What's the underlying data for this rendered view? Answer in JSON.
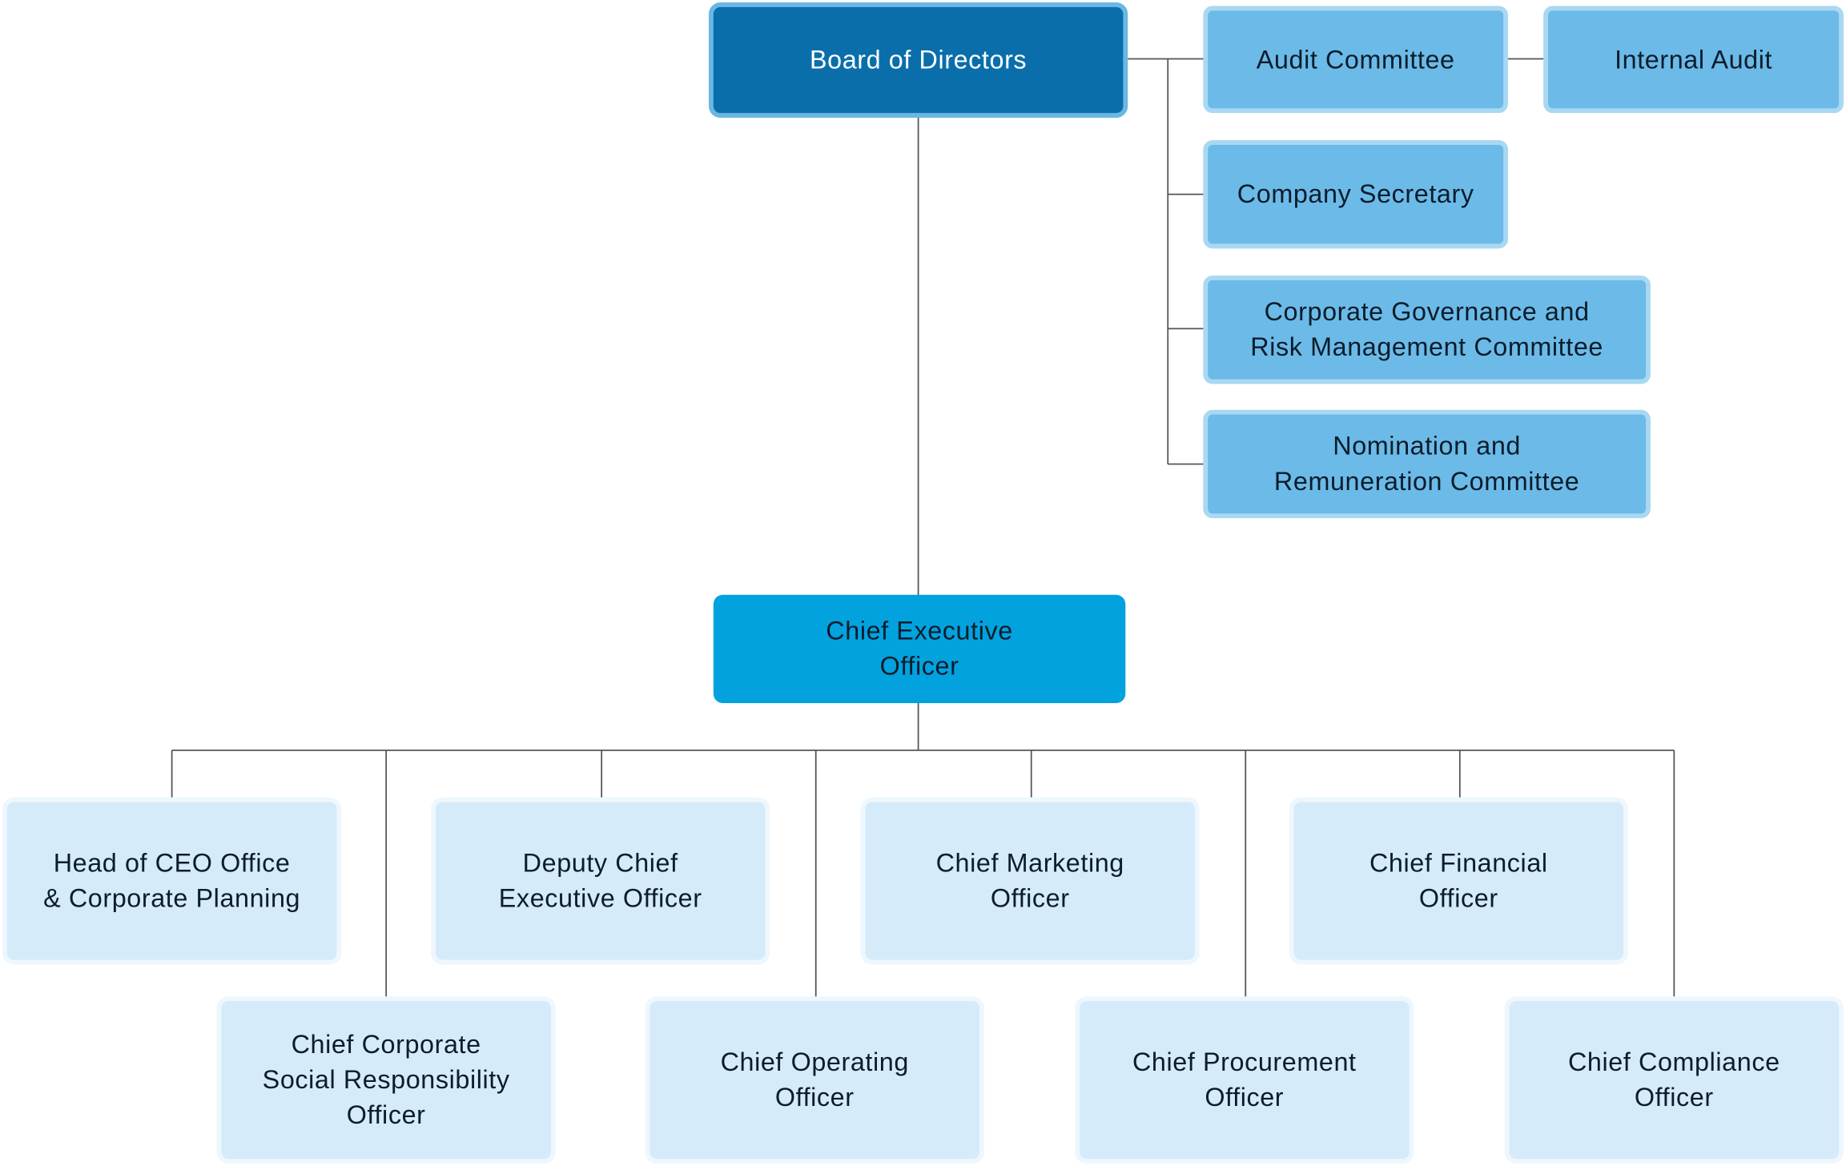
{
  "diagram": {
    "board": "Board of Directors",
    "committees": {
      "audit": "Audit Committee",
      "internal_audit": "Internal Audit",
      "company_secretary": "Company Secretary",
      "governance": "Corporate Governance and\nRisk Management Committee",
      "nomination": "Nomination and\nRemuneration Committee"
    },
    "ceo": "Chief Executive\nOfficer",
    "officers": {
      "head_ceo_office": "Head of CEO Office\n& Corporate Planning",
      "deputy_ceo": "Deputy Chief\nExecutive Officer",
      "cmo": "Chief Marketing\nOfficer",
      "cfo": "Chief Financial\nOfficer",
      "ccsr": "Chief Corporate\nSocial Responsibility\nOfficer",
      "coo": "Chief Operating\nOfficer",
      "cpo": "Chief Procurement\nOfficer",
      "cco": "Chief Compliance\nOfficer"
    }
  },
  "colors": {
    "board_fill": "#0a6eab",
    "committee_fill": "#6cbae8",
    "ceo_fill": "#02a2df",
    "officer_fill": "#d5ebf9",
    "connector": "#555555"
  }
}
